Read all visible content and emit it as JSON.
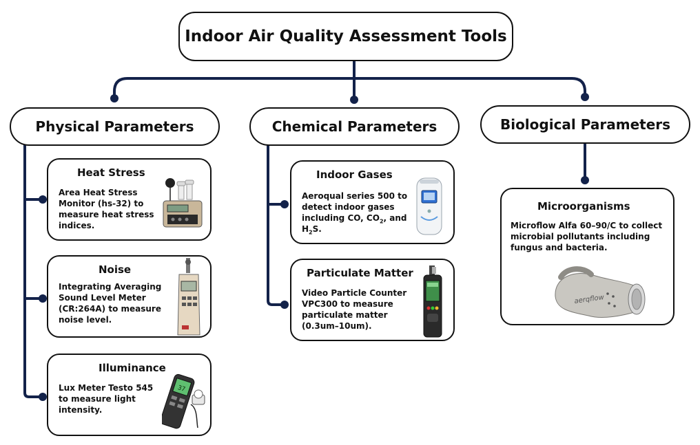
{
  "title": "Indoor Air Quality Assessment Tools",
  "categories": {
    "physical": "Physical Parameters",
    "chemical": "Chemical Parameters",
    "biological": "Biological Parameters"
  },
  "tools": {
    "heat_stress": {
      "title": "Heat Stress",
      "lines": [
        "Area Heat Stress",
        "Monitor (hs-32) to",
        "measure heat stress",
        "indices."
      ]
    },
    "noise": {
      "title": "Noise",
      "lines": [
        "Integrating Averaging",
        "Sound Level Meter",
        "(CR:264A) to measure",
        "noise level."
      ]
    },
    "illuminance": {
      "title": "Illuminance",
      "lines": [
        "Lux Meter Testo 545",
        "to measure light",
        "intensity."
      ]
    },
    "indoor_gases": {
      "title": "Indoor Gases",
      "line1": "Aeroqual series 500 to",
      "line2": "detect indoor gases",
      "line3_a": "including CO, CO",
      "line3_sub": "2",
      "line3_b": ", and",
      "line4_a": "H",
      "line4_sub": "2",
      "line4_b": "S."
    },
    "particulate_matter": {
      "title": "Particulate Matter",
      "lines": [
        "Video Particle Counter",
        "VPC300 to measure",
        "particulate matter",
        "(0.3um–10um)."
      ]
    },
    "microorganisms": {
      "title": "Microorganisms",
      "lines": [
        "Microflow Alfa 60–90/C to collect",
        "microbial pollutants including",
        "fungus and bacteria."
      ]
    }
  },
  "device_text": {
    "brand_logo": "aerqflow",
    "lux_readout": "37"
  },
  "colors": {
    "connector": "#13224a",
    "border": "#111111",
    "text": "#111111"
  }
}
